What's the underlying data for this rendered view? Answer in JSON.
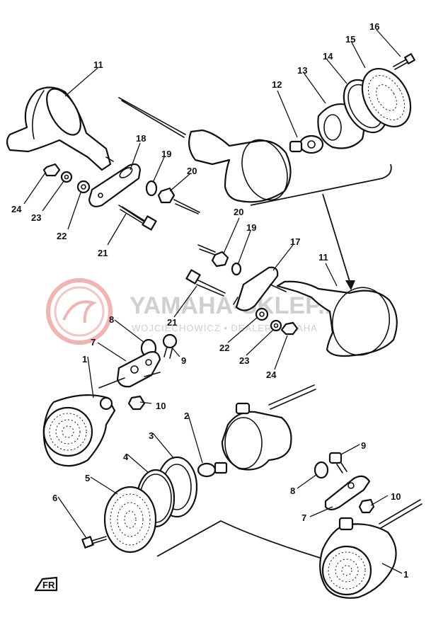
{
  "watermark": {
    "brand": "YAMAHA-SKLEP.PL",
    "subtitle": "WOJCIECHOWICZ • DEALER YAMAHA",
    "logo_color": "#f0a0a0",
    "text_color": "#cfcfcf"
  },
  "callouts": {
    "c1a": "1",
    "c1b": "1",
    "c2": "2",
    "c3": "3",
    "c4": "4",
    "c5": "5",
    "c6": "6",
    "c7a": "7",
    "c7b": "7",
    "c8a": "8",
    "c8b": "8",
    "c9a": "9",
    "c9b": "9",
    "c10a": "10",
    "c10b": "10",
    "c11a": "11",
    "c11b": "11",
    "c12": "12",
    "c13": "13",
    "c14": "14",
    "c15": "15",
    "c16": "16",
    "c17": "17",
    "c18": "18",
    "c19a": "19",
    "c19b": "19",
    "c20a": "20",
    "c20b": "20",
    "c21a": "21",
    "c21b": "21",
    "c22a": "22",
    "c22b": "22",
    "c23a": "23",
    "c23b": "23",
    "c24a": "24",
    "c24b": "24"
  },
  "fr_marker": "FR",
  "colors": {
    "line": "#111111",
    "background": "#ffffff"
  }
}
